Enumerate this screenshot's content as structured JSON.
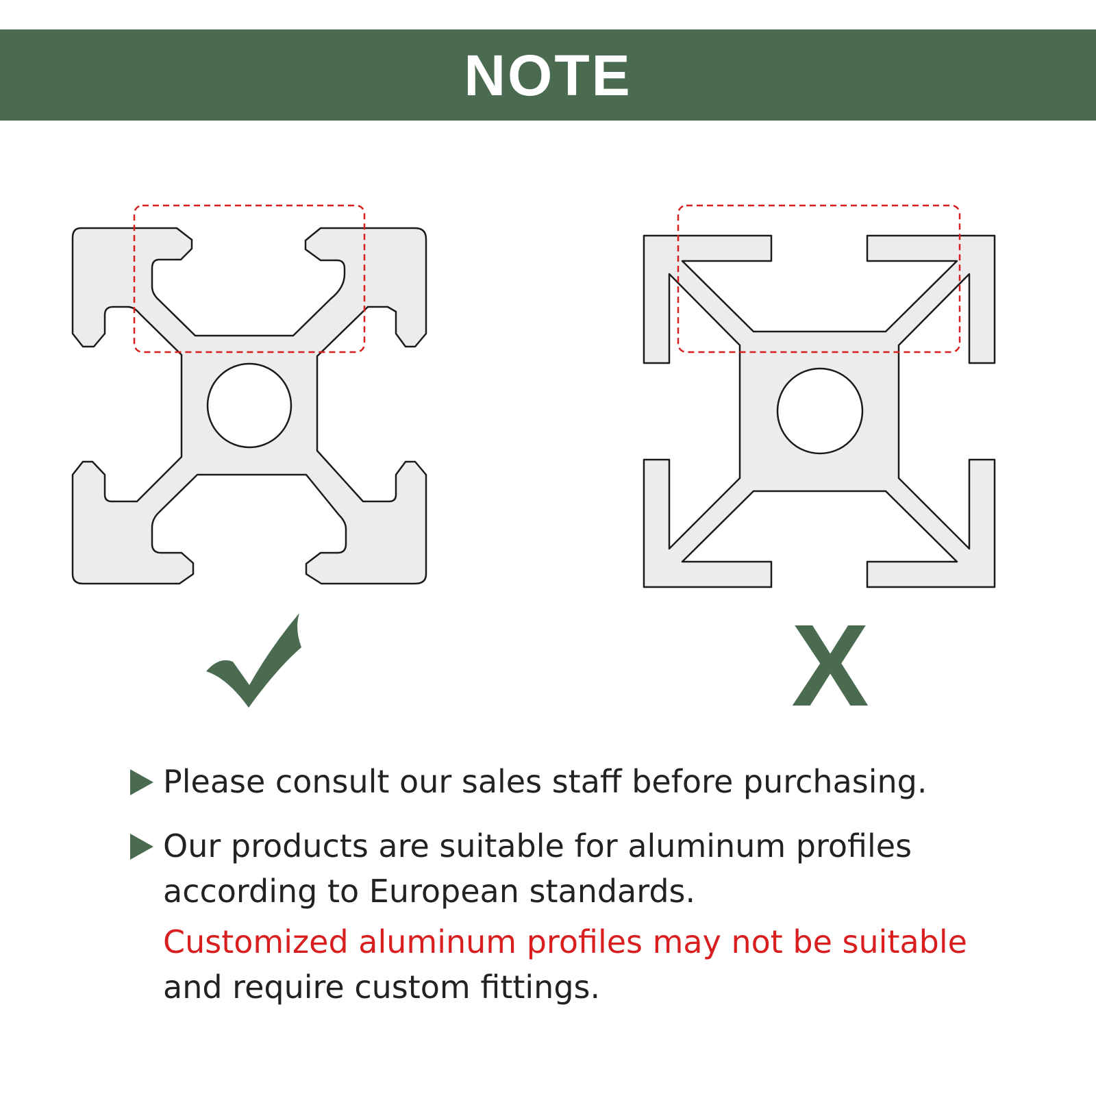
{
  "colors": {
    "brand_green": "#4a6b50",
    "warning_red": "#d81e1e",
    "profile_fill": "#ececec",
    "outline": "#1a1a1a",
    "text": "#222222"
  },
  "header": {
    "title": "NOTE"
  },
  "profiles": {
    "correct": {
      "mark_icon": "checkmark-icon"
    },
    "incorrect": {
      "mark_icon": "x-icon",
      "mark_text": "X"
    }
  },
  "notes": [
    {
      "text": "Please consult our sales staff before purchasing."
    },
    {
      "line1": "Our products are suitable for aluminum profiles",
      "line2": "according to European standards.",
      "warning": "Customized aluminum profiles may not be suitable",
      "line3": "and require custom fittings."
    }
  ]
}
